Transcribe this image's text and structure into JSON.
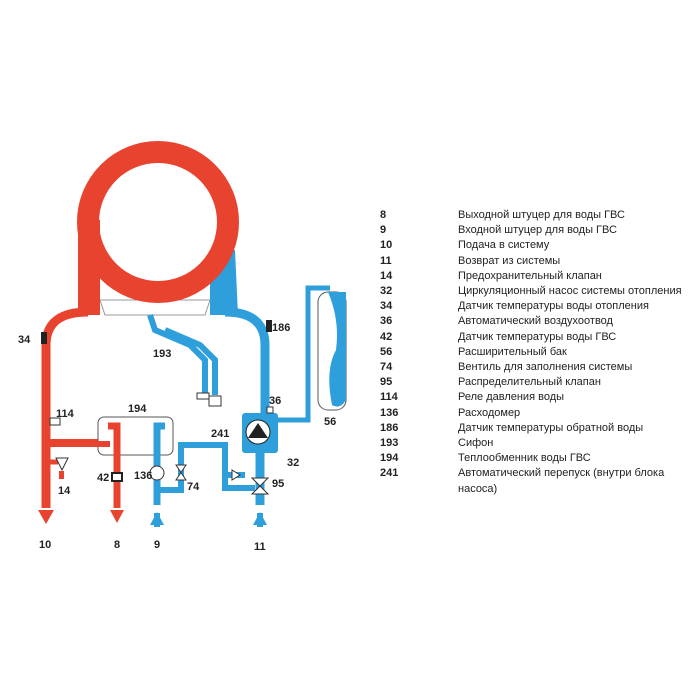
{
  "colors": {
    "hot": "#e8432f",
    "cold": "#2f9fdc",
    "outline": "#333333"
  },
  "labels": {
    "l34": "34",
    "l186": "186",
    "l193": "193",
    "l194": "194",
    "l114": "114",
    "l36": "36",
    "l56": "56",
    "l241": "241",
    "l32": "32",
    "l136": "136",
    "l74": "74",
    "l95": "95",
    "l42": "42",
    "l14": "14",
    "l10": "10",
    "l8": "8",
    "l9": "9",
    "l11": "11"
  },
  "legend": [
    {
      "num": "8",
      "text": "Выходной штуцер для воды ГВС"
    },
    {
      "num": "9",
      "text": "Входной штуцер для воды ГВС"
    },
    {
      "num": "10",
      "text": "Подача в систему"
    },
    {
      "num": "11",
      "text": "Возврат из системы"
    },
    {
      "num": "14",
      "text": "Предохранительный клапан"
    },
    {
      "num": "32",
      "text": "Циркуляционный насос системы отопления"
    },
    {
      "num": "34",
      "text": "Датчик температуры воды отопления"
    },
    {
      "num": "36",
      "text": "Автоматический воздухоотвод"
    },
    {
      "num": "42",
      "text": "Датчик температуры воды ГВС"
    },
    {
      "num": "56",
      "text": "Расширительный бак"
    },
    {
      "num": "74",
      "text": "Вентиль для заполнения системы"
    },
    {
      "num": "95",
      "text": "Распределительный клапан"
    },
    {
      "num": "114",
      "text": "Реле давления воды"
    },
    {
      "num": "136",
      "text": "Расходомер"
    },
    {
      "num": "186",
      "text": "Датчик температуры обратной воды"
    },
    {
      "num": "193",
      "text": "Сифон"
    },
    {
      "num": "194",
      "text": "Теплообменник воды ГВС"
    },
    {
      "num": "241",
      "text": "Автоматический перепуск (внутри блока насоса)"
    }
  ]
}
